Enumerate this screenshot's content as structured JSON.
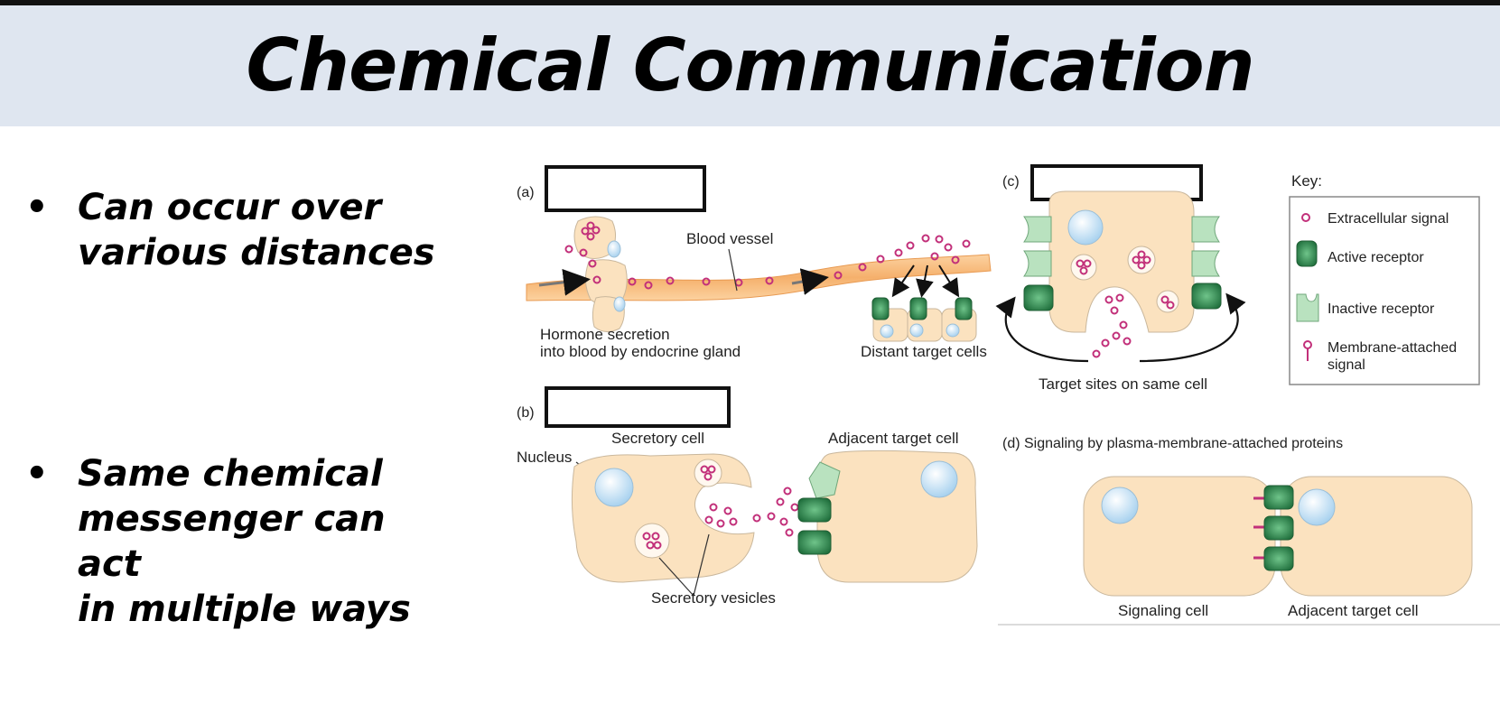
{
  "slide": {
    "title": "Chemical Communication",
    "bullets": [
      "Can occur over\nvarious distances",
      "Same chemical\nmessenger can act\nin multiple ways"
    ],
    "bullet_symbol": "•"
  },
  "diagram": {
    "panel_a": {
      "letter": "(a)",
      "vessel_label": "Blood vessel",
      "gland_label_line1": "Hormone secretion",
      "gland_label_line2": "into blood by endocrine gland",
      "target_label": "Distant target cells"
    },
    "panel_b": {
      "letter": "(b)",
      "secretory_cell_label": "Secretory cell",
      "adjacent_label": "Adjacent target cell",
      "nucleus_label": "Nucleus",
      "vesicles_label": "Secretory vesicles"
    },
    "panel_c": {
      "letter": "(c)",
      "target_sites_label": "Target sites on same cell"
    },
    "panel_d": {
      "title": "(d)  Signaling by plasma-membrane-attached proteins",
      "signaling_label": "Signaling cell",
      "adjacent_label": "Adjacent target cell"
    },
    "key": {
      "title": "Key:",
      "items": [
        "Extracellular signal",
        "Active receptor",
        "Inactive receptor",
        "Membrane-attached",
        "signal"
      ]
    },
    "colors": {
      "cell_fill": "#fbe2bf",
      "cell_stroke": "#c9b79c",
      "nucleus": "#cfe6f7",
      "signal": "#c2307a",
      "active_receptor": "#2f8a52",
      "inactive_receptor": "#b9e2bf",
      "vessel": "#f6bd7f"
    }
  }
}
